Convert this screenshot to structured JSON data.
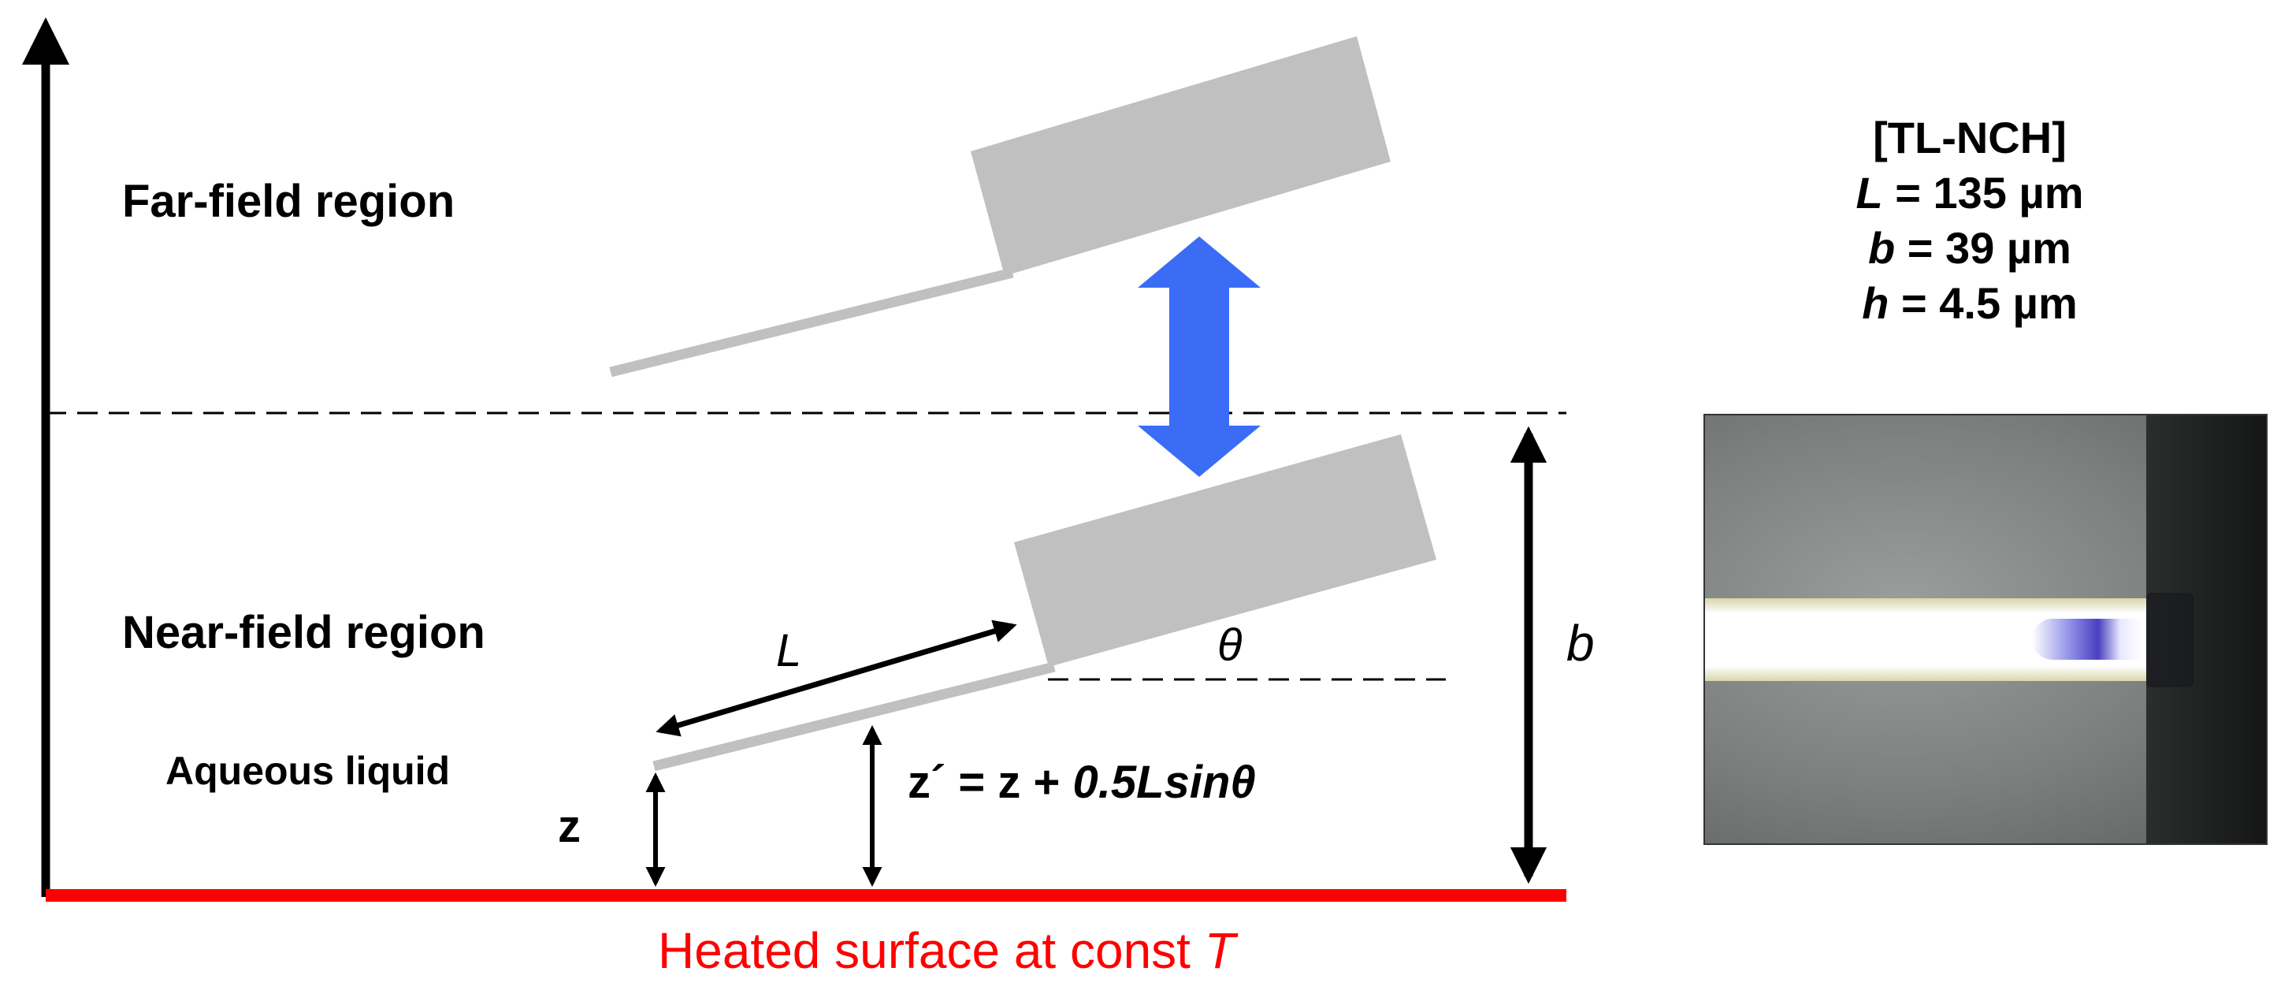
{
  "regions": {
    "far_field": "Far-field region",
    "near_field": "Near-field region",
    "liquid": "Aqueous liquid"
  },
  "symbols": {
    "L": "L",
    "theta": "θ",
    "b": "b",
    "z": "z"
  },
  "equation": {
    "lhs": "z´ = z + ",
    "rhs": "0.5Lsinθ"
  },
  "surface": {
    "label": "Heated surface at const ",
    "variable": "T"
  },
  "specs": {
    "title": "[TL-NCH]",
    "items": [
      {
        "name": "L",
        "value": " = 135 µm"
      },
      {
        "name": "b",
        "value": " = 39 µm"
      },
      {
        "name": "h",
        "value": " = 4.5 µm"
      }
    ]
  },
  "colors": {
    "heated_surface": "#ff0000",
    "arrow_blue": "#3a6cf5",
    "cantilever": "#c0c0c0",
    "axis": "#000000"
  }
}
